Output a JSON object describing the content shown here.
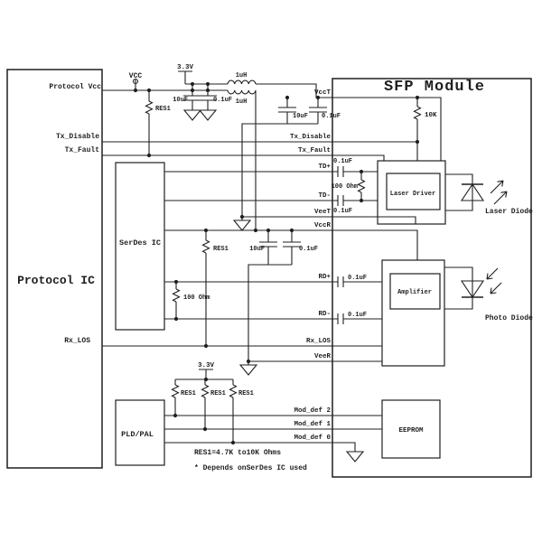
{
  "blocks": {
    "protocol_ic": "Protocol IC",
    "sfp_module": "SFP Module",
    "serdes_ic": "SerDes IC",
    "pld_pal": "PLD/PAL",
    "laser_driver": "Laser Driver",
    "amplifier": "Amplifier",
    "eeprom": "EEPROM",
    "laser_diode": "Laser Diode",
    "photo_diode": "Photo Diode"
  },
  "power": {
    "vcc": "VCC",
    "v33": "3.3V",
    "protocol_vcc": "Protocol Vcc"
  },
  "pins": {
    "vcct": "VccT",
    "tx_disable": "Tx_Disable",
    "tx_fault": "Tx_Fault",
    "td_plus": "TD+",
    "td_minus": "TD-",
    "veet": "VeeT",
    "vccr": "VccR",
    "rd_plus": "RD+",
    "rd_minus": "RD-",
    "rx_los": "Rx_LOS",
    "veer": "VeeR",
    "mod_def_2": "Mod_def 2",
    "mod_def_1": "Mod_def 1",
    "mod_def_0": "Mod_def 0"
  },
  "components": {
    "res1": "RES1",
    "res_10k": "10K",
    "res_100ohm": "100 Ohm",
    "cap_10uf": "10uF",
    "cap_0_1uf": "0.1uF",
    "ind_1uh": "1uH"
  },
  "notes": {
    "res1_value": "RES1=4.7K to10K Ohms",
    "serdes_dependency": "* Depends onSerDes IC used"
  },
  "colors": {
    "wire": "#1f1f1f",
    "background": "#ffffff"
  }
}
